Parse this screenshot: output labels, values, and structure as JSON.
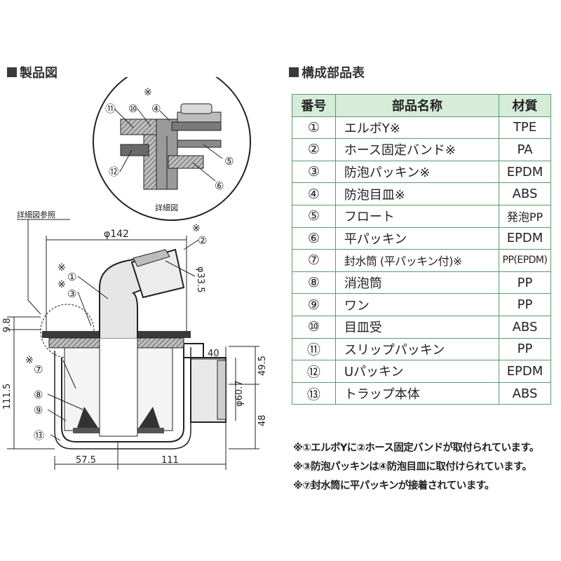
{
  "headings": {
    "drawing": "製品図",
    "parts": "構成部品表"
  },
  "drawing": {
    "detail_title": "詳細図",
    "detail_ref": "詳細図参照",
    "asterisk": "※",
    "detail_callouts": [
      "⑪",
      "⑩",
      "④",
      "⑤",
      "⑥",
      "⑫"
    ],
    "main_callouts": [
      "①",
      "②",
      "③",
      "⑦",
      "⑧",
      "⑨",
      "⑬"
    ],
    "dimensions": {
      "width_top": "φ142",
      "hose_dia": "φ33.5",
      "outlet_dia": "φ60.7",
      "left_top": "9.8",
      "left_height": "111.5",
      "outlet_len": "40",
      "right_upper": "49.5",
      "right_lower": "48",
      "bottom_left": "57.5",
      "bottom_right": "111"
    }
  },
  "parts_table": {
    "headers": [
      "番号",
      "部品名称",
      "材質"
    ],
    "rows": [
      {
        "no": "①",
        "name": "エルボY※",
        "material": "TPE"
      },
      {
        "no": "②",
        "name": "ホース固定バンド※",
        "material": "PA"
      },
      {
        "no": "③",
        "name": "防泡パッキン※",
        "material": "EPDM"
      },
      {
        "no": "④",
        "name": "防泡目皿※",
        "material": "ABS"
      },
      {
        "no": "⑤",
        "name": "フロート",
        "material": "発泡PP"
      },
      {
        "no": "⑥",
        "name": "平パッキン",
        "material": "EPDM"
      },
      {
        "no": "⑦",
        "name": "封水筒 (平パッキン付)※",
        "material": "PP(EPDM)"
      },
      {
        "no": "⑧",
        "name": "消泡筒",
        "material": "PP"
      },
      {
        "no": "⑨",
        "name": "ワン",
        "material": "PP"
      },
      {
        "no": "⑩",
        "name": "目皿受",
        "material": "ABS"
      },
      {
        "no": "⑪",
        "name": "スリップパッキン",
        "material": "PP"
      },
      {
        "no": "⑫",
        "name": "Uパッキン",
        "material": "EPDM"
      },
      {
        "no": "⑬",
        "name": "トラップ本体",
        "material": "ABS"
      }
    ]
  },
  "notes": [
    "※①エルボYに②ホース固定バンドが取付られています。",
    "※③防泡パッキンは④防泡目皿に取付けられています。",
    "※⑦封水筒に平パッキンが接着されています。"
  ]
}
